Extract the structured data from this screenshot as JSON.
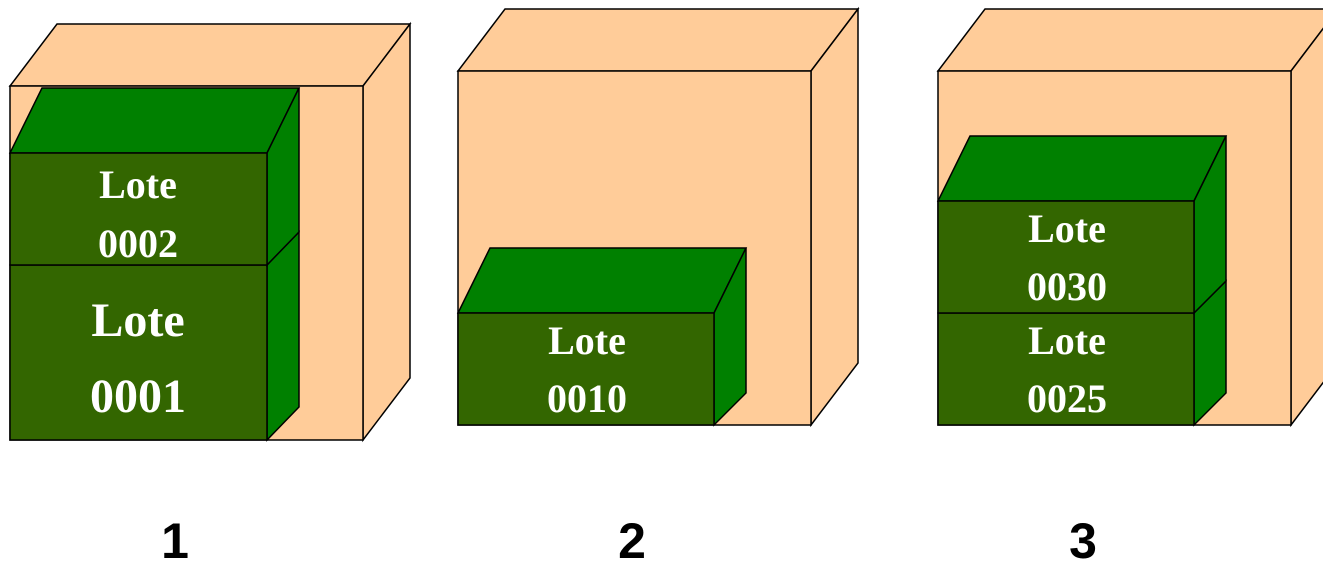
{
  "colors": {
    "container_face": "#FFCC99",
    "lot_front": "#336600",
    "lot_top_side": "#008000",
    "lot_text": "#FFFFFF",
    "outline": "#000000"
  },
  "containers": [
    {
      "label": "1",
      "lots": [
        {
          "line1": "Lote",
          "line2": "0002"
        },
        {
          "line1": "Lote",
          "line2": "0001"
        }
      ]
    },
    {
      "label": "2",
      "lots": [
        {
          "line1": "Lote",
          "line2": "0010"
        }
      ]
    },
    {
      "label": "3",
      "lots": [
        {
          "line1": "Lote",
          "line2": "0030"
        },
        {
          "line1": "Lote",
          "line2": "0025"
        }
      ]
    }
  ]
}
